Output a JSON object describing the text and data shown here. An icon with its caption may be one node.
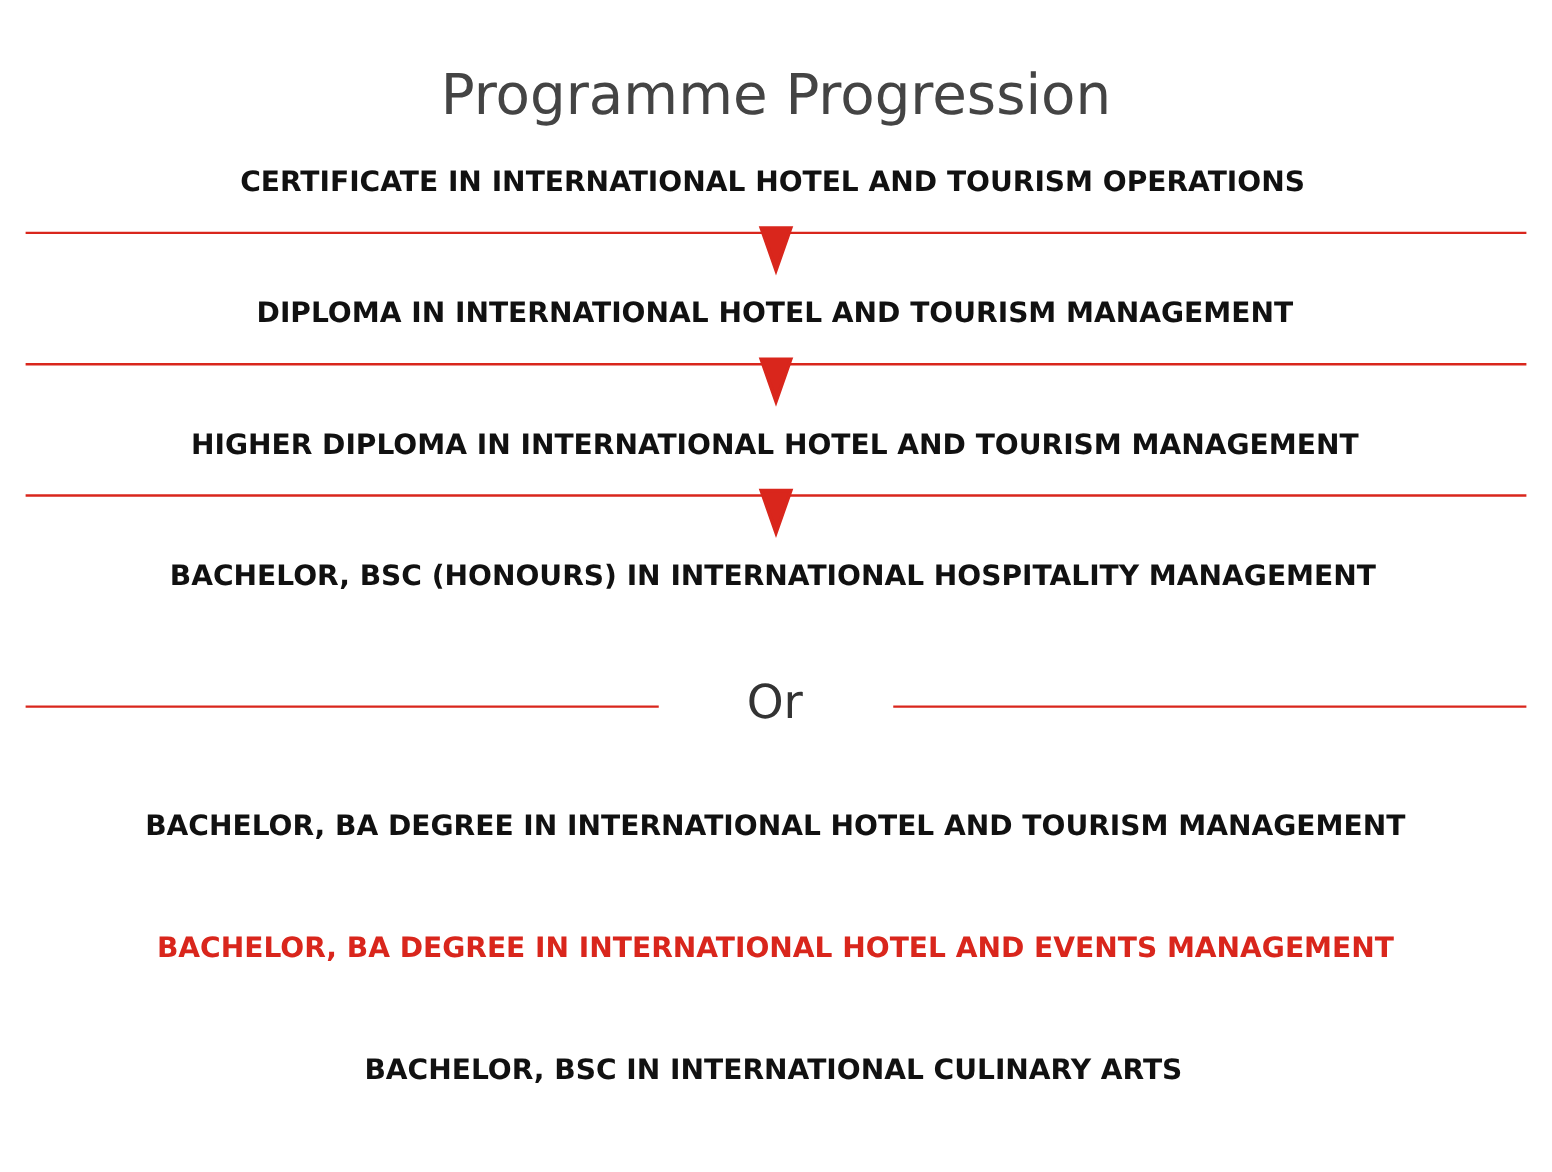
{
  "diagram": {
    "title": "Programme Progression",
    "nodes": [
      {
        "text": [
          "CERTIFICATE IN INTERNATIONAL HOTEL AND TOURISM OPERATIONS"
        ]
      },
      {
        "text": [
          "DIPLOMA IN INTERNATIONAL HOTEL AND TOURISM MANAGEMENT"
        ]
      },
      {
        "text": [
          "HIGHER DIPLOMA IN INTERNATIONAL HOTEL AND TOURISM MANAGEMENT"
        ]
      },
      {
        "text": [
          "BACHELOR, BSC (HONOURS) IN INTERNATIONAL HOSPITALITY MANAGEMENT"
        ]
      }
    ],
    "edges": [
      {
        "from": 0,
        "to": 1,
        "arrow": "to"
      },
      {
        "from": 1,
        "to": 2,
        "arrow": "to"
      },
      {
        "from": 2,
        "to": 3,
        "arrow": "to"
      }
    ],
    "labels": [
      "Or",
      "BACHELOR, BA DEGREE IN INTERNATIONAL HOTEL AND TOURISM MANAGEMENT",
      "BACHELOR, BA DEGREE IN INTERNATIONAL HOTEL AND EVENTS MANAGEMENT",
      "BACHELOR, BSC IN INTERNATIONAL CULINARY ARTS"
    ]
  }
}
